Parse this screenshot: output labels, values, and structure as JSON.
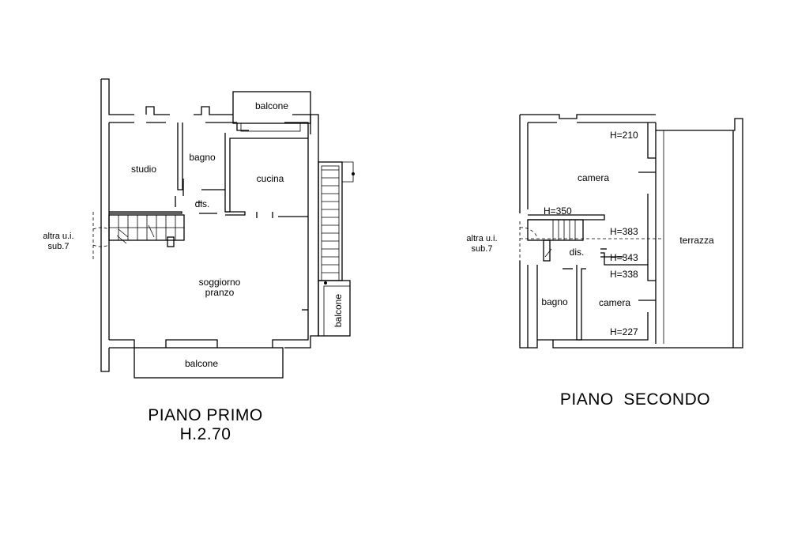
{
  "floor1": {
    "title": "PIANO PRIMO",
    "height": "H.2.70",
    "rooms": {
      "balcone_top": "balcone",
      "studio": "studio",
      "bagno": "bagno",
      "cucina": "cucina",
      "dis": "dis.",
      "soggiorno": "soggiorno",
      "pranzo": "pranzo",
      "balcone_side": "balcone",
      "balcone_bottom": "balcone"
    },
    "neighbor": {
      "line1": "altra u.i.",
      "line2": "sub.7"
    }
  },
  "floor2": {
    "title": "PIANO  SECONDO",
    "rooms": {
      "camera_top": "camera",
      "terrazza": "terrazza",
      "dis": "dis.",
      "bagno": "bagno",
      "camera_bottom": "camera"
    },
    "heights": {
      "h210": "H=210",
      "h350": "H=350",
      "h383": "H=383",
      "h343": "H=343",
      "h338": "H=338",
      "h227": "H=227"
    },
    "neighbor": {
      "line1": "altra u.i.",
      "line2": "sub.7"
    }
  }
}
